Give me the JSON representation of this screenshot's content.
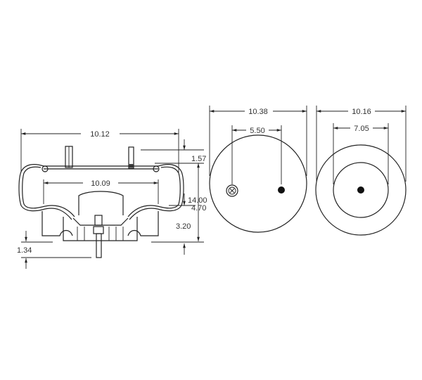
{
  "title": "Air spring dimensional drawing",
  "side_view": {
    "overall_width": "10.12",
    "inner_width": "10.09",
    "stud_height": "1.57",
    "max_height": "14.00",
    "min_height": "4.70",
    "piston_height": "3.20",
    "bolt_extension": "1.34"
  },
  "top_view": {
    "diameter": "10.38",
    "stud_spacing": "5.50"
  },
  "bottom_view": {
    "diameter": "10.16",
    "piston_diameter": "7.05"
  },
  "colors": {
    "line": "#222222",
    "background": "#ffffff"
  }
}
